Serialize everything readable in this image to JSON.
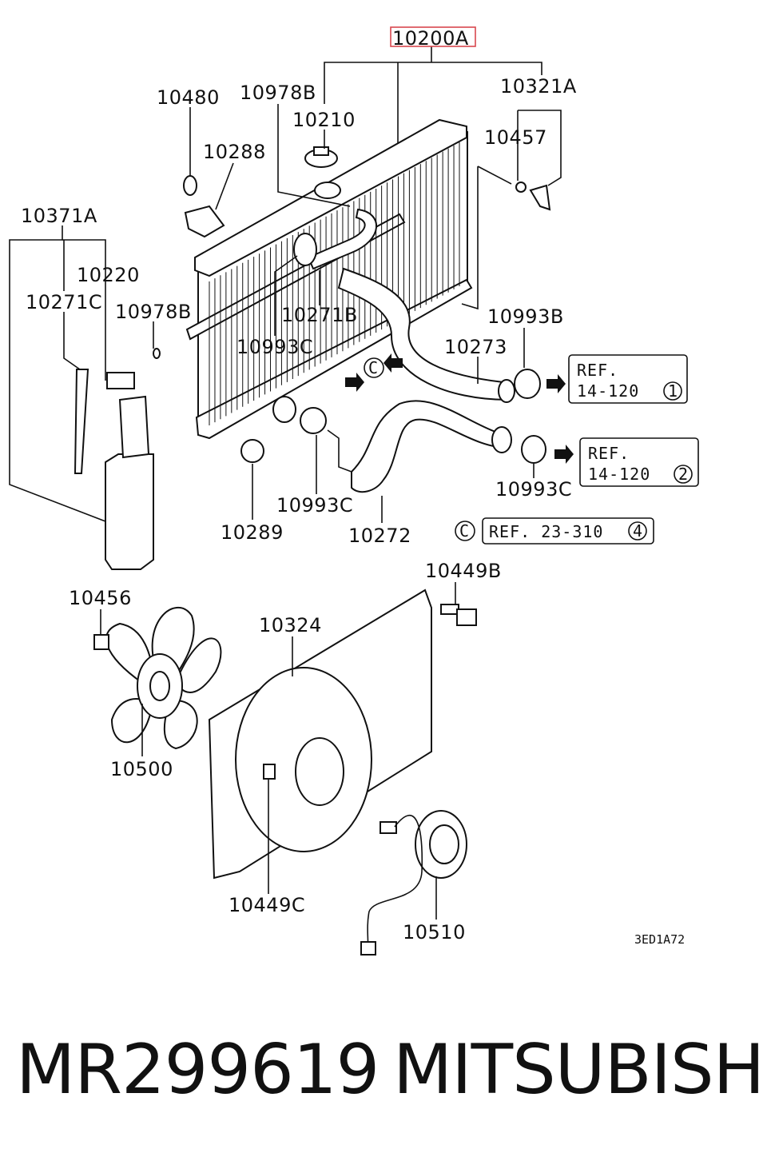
{
  "labels": {
    "l10200A": "10200A",
    "l10321A": "10321A",
    "l10480": "10480",
    "l10978B_top": "10978B",
    "l10210": "10210",
    "l10457": "10457",
    "l10288": "10288",
    "l10371A": "10371A",
    "l10220": "10220",
    "l10271C": "10271C",
    "l10978B_mid": "10978B",
    "l10271B": "10271B",
    "l10993B": "10993B",
    "l10993C_left": "10993C",
    "l10273": "10273",
    "l10993C_right": "10993C",
    "l10289": "10289",
    "l10993C_bottom": "10993C",
    "l10272": "10272",
    "l10449B": "10449B",
    "l10456": "10456",
    "l10324": "10324",
    "l10500": "10500",
    "l10449C": "10449C",
    "l10510": "10510"
  },
  "refs": {
    "ref1_line1": "REF.",
    "ref1_line2": "14-120",
    "ref1_num": "1",
    "ref2_line1": "REF.",
    "ref2_line2": "14-120",
    "ref2_num": "2",
    "ref3_letter": "C",
    "ref3_text": "REF. 23-310",
    "ref3_num": "4",
    "c_marker": "C"
  },
  "diagram_code": "3ED1A72",
  "caption": {
    "part_number": "MR299619",
    "maker": "MITSUBISHI"
  },
  "colors": {
    "highlight": "#d9484f",
    "ink": "#111111"
  }
}
